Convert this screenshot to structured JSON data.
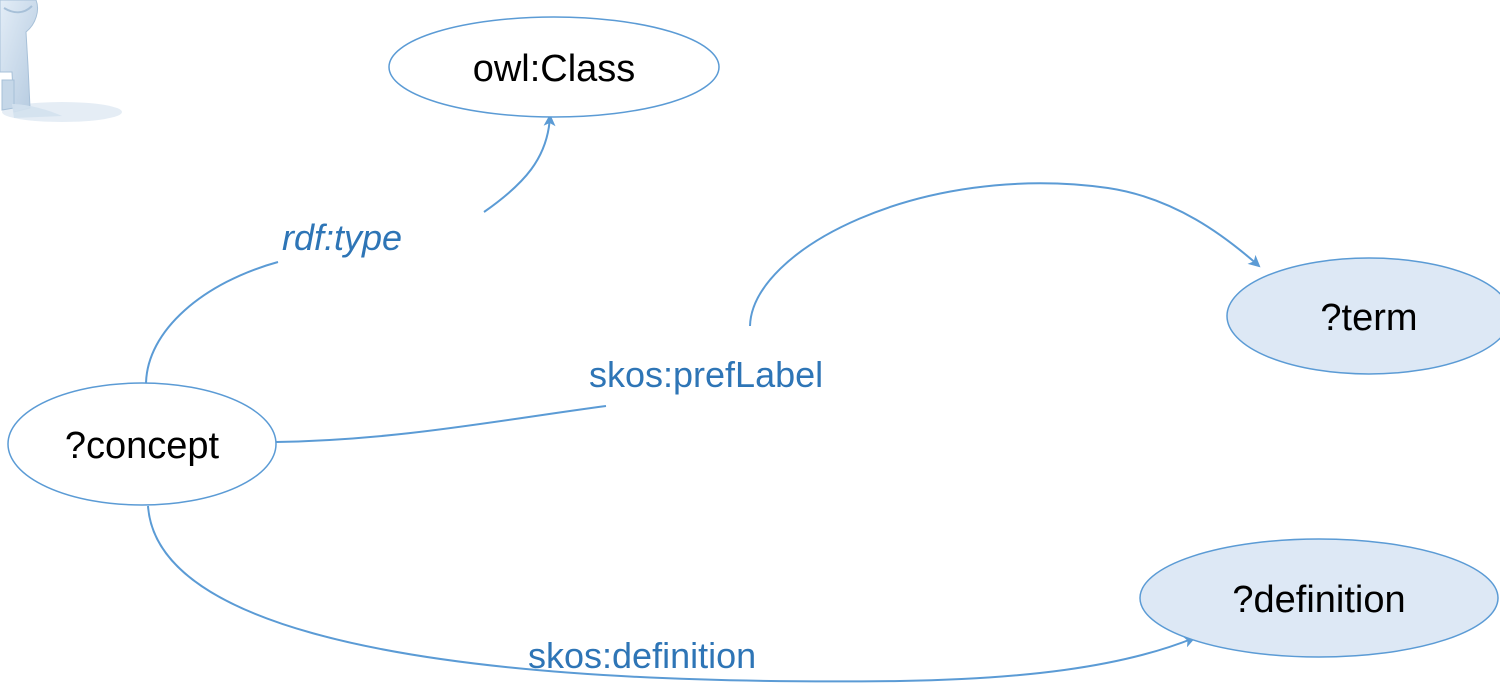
{
  "colors": {
    "edge": "#5b9bd5",
    "label": "#2e75b6",
    "node_stroke": "#5b9bd5",
    "node_fill_plain": "#ffffff",
    "node_fill_variable": "#dde8f5",
    "figure_fill": "#c7d9ea"
  },
  "figure": {
    "icon": "person-figure-icon"
  },
  "nodes": {
    "owl_class": {
      "label": "owl:Class"
    },
    "concept": {
      "label": "?concept"
    },
    "term": {
      "label": "?term"
    },
    "definition": {
      "label": "?definition"
    }
  },
  "edges": {
    "rdf_type": {
      "label": "rdf:type"
    },
    "pref_label": {
      "label": "skos:prefLabel"
    },
    "definition": {
      "label": "skos:definition"
    }
  }
}
